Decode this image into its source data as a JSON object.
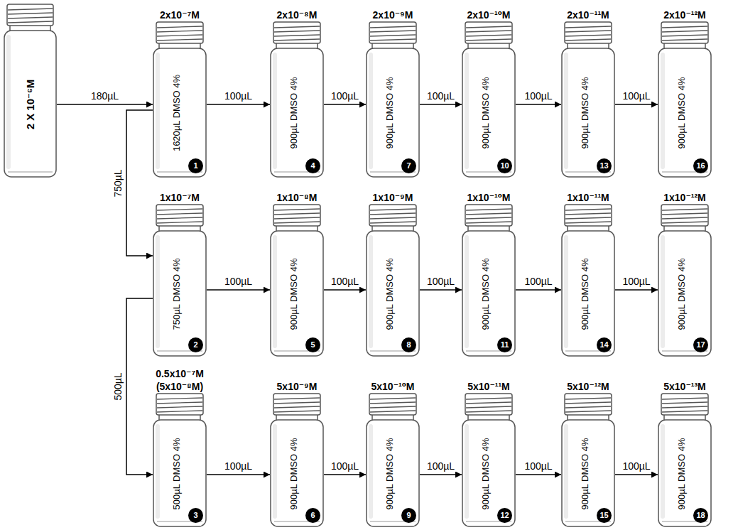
{
  "diagram": {
    "nodes": [
      {
        "text": [
          "2 X 10⁻⁶M"
        ]
      },
      {
        "text": [
          "2x10⁻⁷M",
          "1620µL DMSO 4%",
          "1"
        ]
      },
      {
        "text": [
          "1x10⁻⁷M",
          "750µL DMSO 4%",
          "2"
        ]
      },
      {
        "text": [
          "0.5x10⁻⁷M",
          "(5x10⁻⁸M)",
          "500µL DMSO 4%",
          "3"
        ]
      },
      {
        "text": [
          "2x10⁻⁸M",
          "900µL DMSO 4%",
          "4"
        ]
      },
      {
        "text": [
          "1x10⁻⁸M",
          "900µL DMSO 4%",
          "5"
        ]
      },
      {
        "text": [
          "5x10⁻⁹M",
          "900µL DMSO 4%",
          "6"
        ]
      },
      {
        "text": [
          "2x10⁻⁹M",
          "900µL DMSO 4%",
          "7"
        ]
      },
      {
        "text": [
          "1x10⁻⁹M",
          "900µL DMSO 4%",
          "8"
        ]
      },
      {
        "text": [
          "5x10⁻¹⁰M",
          "900µL DMSO 4%",
          "9"
        ]
      },
      {
        "text": [
          "2x10⁻¹⁰M",
          "900µL DMSO 4%",
          "10"
        ]
      },
      {
        "text": [
          "1x10⁻¹⁰M",
          "900µL DMSO 4%",
          "11"
        ]
      },
      {
        "text": [
          "5x10⁻¹¹M",
          "900µL DMSO 4%",
          "12"
        ]
      },
      {
        "text": [
          "2x10⁻¹¹M",
          "900µL DMSO 4%",
          "13"
        ]
      },
      {
        "text": [
          "1x10⁻¹¹M",
          "900µL DMSO 4%",
          "14"
        ]
      },
      {
        "text": [
          "5x10⁻¹²M",
          "900µL DMSO 4%",
          "15"
        ]
      },
      {
        "text": [
          "2x10⁻¹²M",
          "900µL DMSO 4%",
          "16"
        ]
      },
      {
        "text": [
          "1x10⁻¹²M",
          "900µL DMSO 4%",
          "17"
        ]
      },
      {
        "text": [
          "5x10⁻¹³M",
          "900µL DMSO 4%",
          "18"
        ]
      }
    ],
    "edges": [
      {
        "from": 0,
        "to": 1,
        "label": "180µL",
        "arrow": "to"
      },
      {
        "from": 1,
        "to": 2,
        "label": "750µL",
        "arrow": "to"
      },
      {
        "from": 2,
        "to": 3,
        "label": "500µL",
        "arrow": "to"
      },
      {
        "from": 1,
        "to": 4,
        "label": "100µL",
        "arrow": "to"
      },
      {
        "from": 4,
        "to": 7,
        "label": "100µL",
        "arrow": "to"
      },
      {
        "from": 7,
        "to": 10,
        "label": "100µL",
        "arrow": "to"
      },
      {
        "from": 10,
        "to": 13,
        "label": "100µL",
        "arrow": "to"
      },
      {
        "from": 13,
        "to": 16,
        "label": "100µL",
        "arrow": "to"
      },
      {
        "from": 2,
        "to": 5,
        "label": "100µL",
        "arrow": "to"
      },
      {
        "from": 5,
        "to": 8,
        "label": "100µL",
        "arrow": "to"
      },
      {
        "from": 8,
        "to": 11,
        "label": "100µL",
        "arrow": "to"
      },
      {
        "from": 11,
        "to": 14,
        "label": "100µL",
        "arrow": "to"
      },
      {
        "from": 14,
        "to": 17,
        "label": "100µL",
        "arrow": "to"
      },
      {
        "from": 3,
        "to": 6,
        "label": "100µL",
        "arrow": "to"
      },
      {
        "from": 6,
        "to": 9,
        "label": "100µL",
        "arrow": "to"
      },
      {
        "from": 9,
        "to": 12,
        "label": "100µL",
        "arrow": "to"
      },
      {
        "from": 12,
        "to": 15,
        "label": "100µL",
        "arrow": "to"
      },
      {
        "from": 15,
        "to": 18,
        "label": "100µL",
        "arrow": "to"
      }
    ]
  }
}
